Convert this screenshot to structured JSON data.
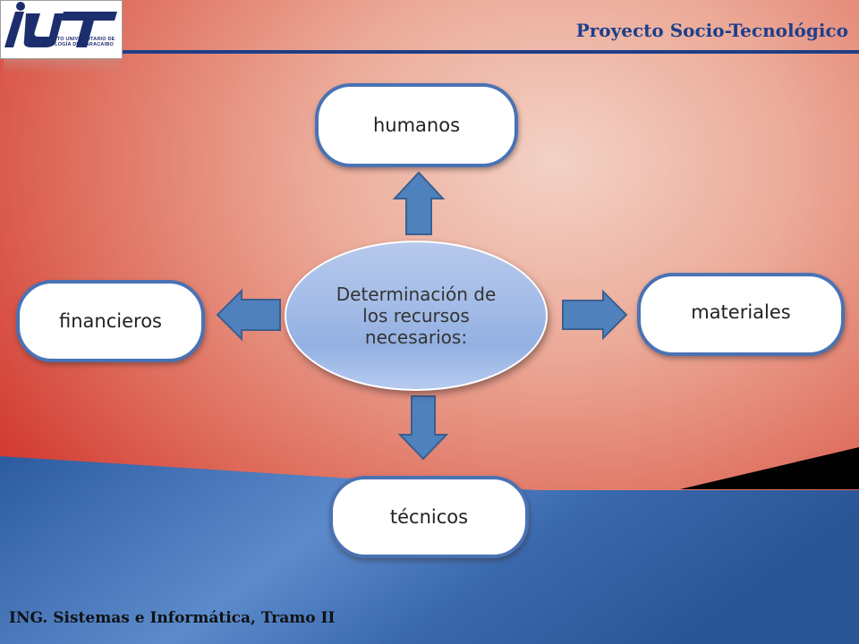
{
  "header": {
    "logo": {
      "mark": "IUT",
      "lines": [
        "INSTITUTO UNIVERSITARIO DE",
        "TECNOLOGÍA DE MARACAIBO"
      ]
    },
    "title": "Proyecto Socio-Tecnológico"
  },
  "diagram": {
    "center": "Determinación de los recursos necesarios:",
    "nodes": {
      "top": "humanos",
      "left": "financieros",
      "right": "materiales",
      "bottom": "técnicos"
    }
  },
  "footer": {
    "text": "ING. Sistemas e Informática, Tramo II"
  },
  "colors": {
    "accent_blue": "#1f3f8a",
    "node_border": "#4a72b4",
    "arrow_fill": "#4f81bd",
    "background_red": "#c71f1f",
    "band_blue": "#2b5a9e"
  }
}
